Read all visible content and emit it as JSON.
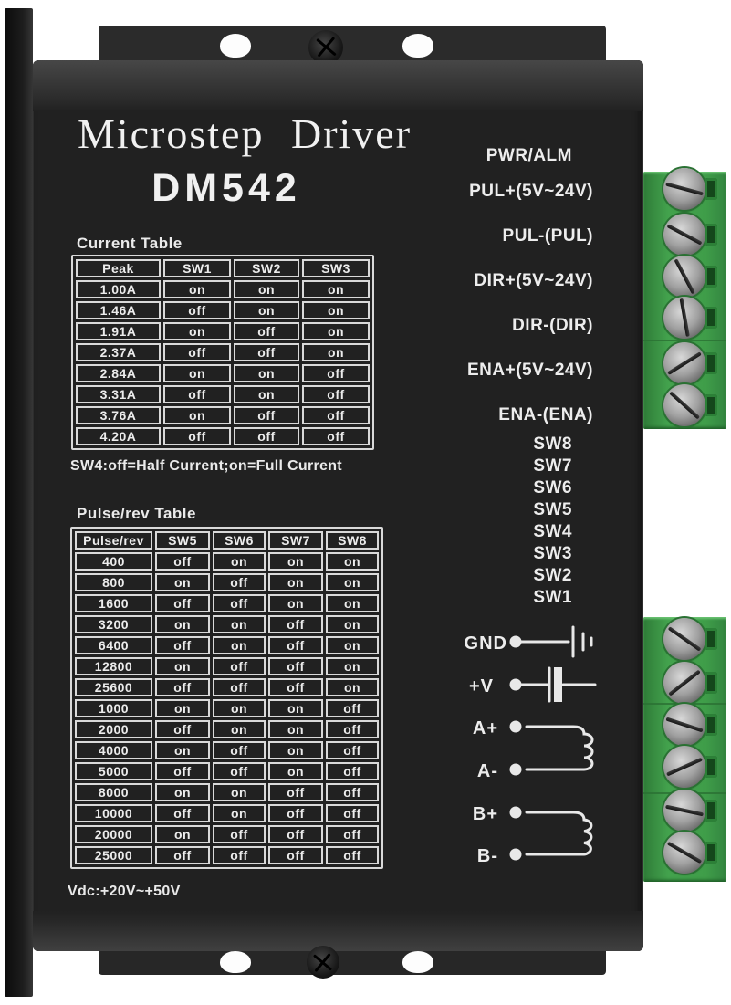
{
  "device": {
    "title": "Microstep Driver",
    "model": "DM542",
    "current_table": {
      "title": "Current Table",
      "headers": [
        "Peak",
        "SW1",
        "SW2",
        "SW3"
      ],
      "rows": [
        [
          "1.00A",
          "on",
          "on",
          "on"
        ],
        [
          "1.46A",
          "off",
          "on",
          "on"
        ],
        [
          "1.91A",
          "on",
          "off",
          "on"
        ],
        [
          "2.37A",
          "off",
          "off",
          "on"
        ],
        [
          "2.84A",
          "on",
          "on",
          "off"
        ],
        [
          "3.31A",
          "off",
          "on",
          "off"
        ],
        [
          "3.76A",
          "on",
          "off",
          "off"
        ],
        [
          "4.20A",
          "off",
          "off",
          "off"
        ]
      ],
      "note": "SW4:off=Half Current;on=Full Current"
    },
    "pulse_table": {
      "title": "Pulse/rev Table",
      "headers": [
        "Pulse/rev",
        "SW5",
        "SW6",
        "SW7",
        "SW8"
      ],
      "rows": [
        [
          "400",
          "off",
          "on",
          "on",
          "on"
        ],
        [
          "800",
          "on",
          "off",
          "on",
          "on"
        ],
        [
          "1600",
          "off",
          "off",
          "on",
          "on"
        ],
        [
          "3200",
          "on",
          "on",
          "off",
          "on"
        ],
        [
          "6400",
          "off",
          "on",
          "off",
          "on"
        ],
        [
          "12800",
          "on",
          "off",
          "off",
          "on"
        ],
        [
          "25600",
          "off",
          "off",
          "off",
          "on"
        ],
        [
          "1000",
          "on",
          "on",
          "on",
          "off"
        ],
        [
          "2000",
          "off",
          "on",
          "on",
          "off"
        ],
        [
          "4000",
          "on",
          "off",
          "on",
          "off"
        ],
        [
          "5000",
          "off",
          "off",
          "on",
          "off"
        ],
        [
          "8000",
          "on",
          "on",
          "off",
          "off"
        ],
        [
          "10000",
          "off",
          "on",
          "off",
          "off"
        ],
        [
          "20000",
          "on",
          "off",
          "off",
          "off"
        ],
        [
          "25000",
          "off",
          "off",
          "off",
          "off"
        ]
      ],
      "note": "Vdc:+20V~+50V"
    },
    "signal_labels": [
      "PWR/ALM",
      "PUL+(5V~24V)",
      "PUL-(PUL)",
      "DIR+(5V~24V)",
      "DIR-(DIR)",
      "ENA+(5V~24V)",
      "ENA-(ENA)"
    ],
    "dip_switch_labels": [
      "SW8",
      "SW7",
      "SW6",
      "SW5",
      "SW4",
      "SW3",
      "SW2",
      "SW1"
    ],
    "power_terminals": [
      "GND",
      "+V",
      "A+",
      "A-",
      "B+",
      "B-"
    ],
    "icons": {
      "gnd_symbol": "power-source-lines",
      "v_symbol": "capacitor-plates",
      "a_winding_symbol": "inductor-coil",
      "b_winding_symbol": "inductor-coil",
      "terminal_screw": "slotted-screw"
    },
    "colors": {
      "case_black": "#212121",
      "silkscreen_white": "#ededed",
      "terminal_green": "#3f9d49",
      "background_white": "#ffffff"
    }
  }
}
